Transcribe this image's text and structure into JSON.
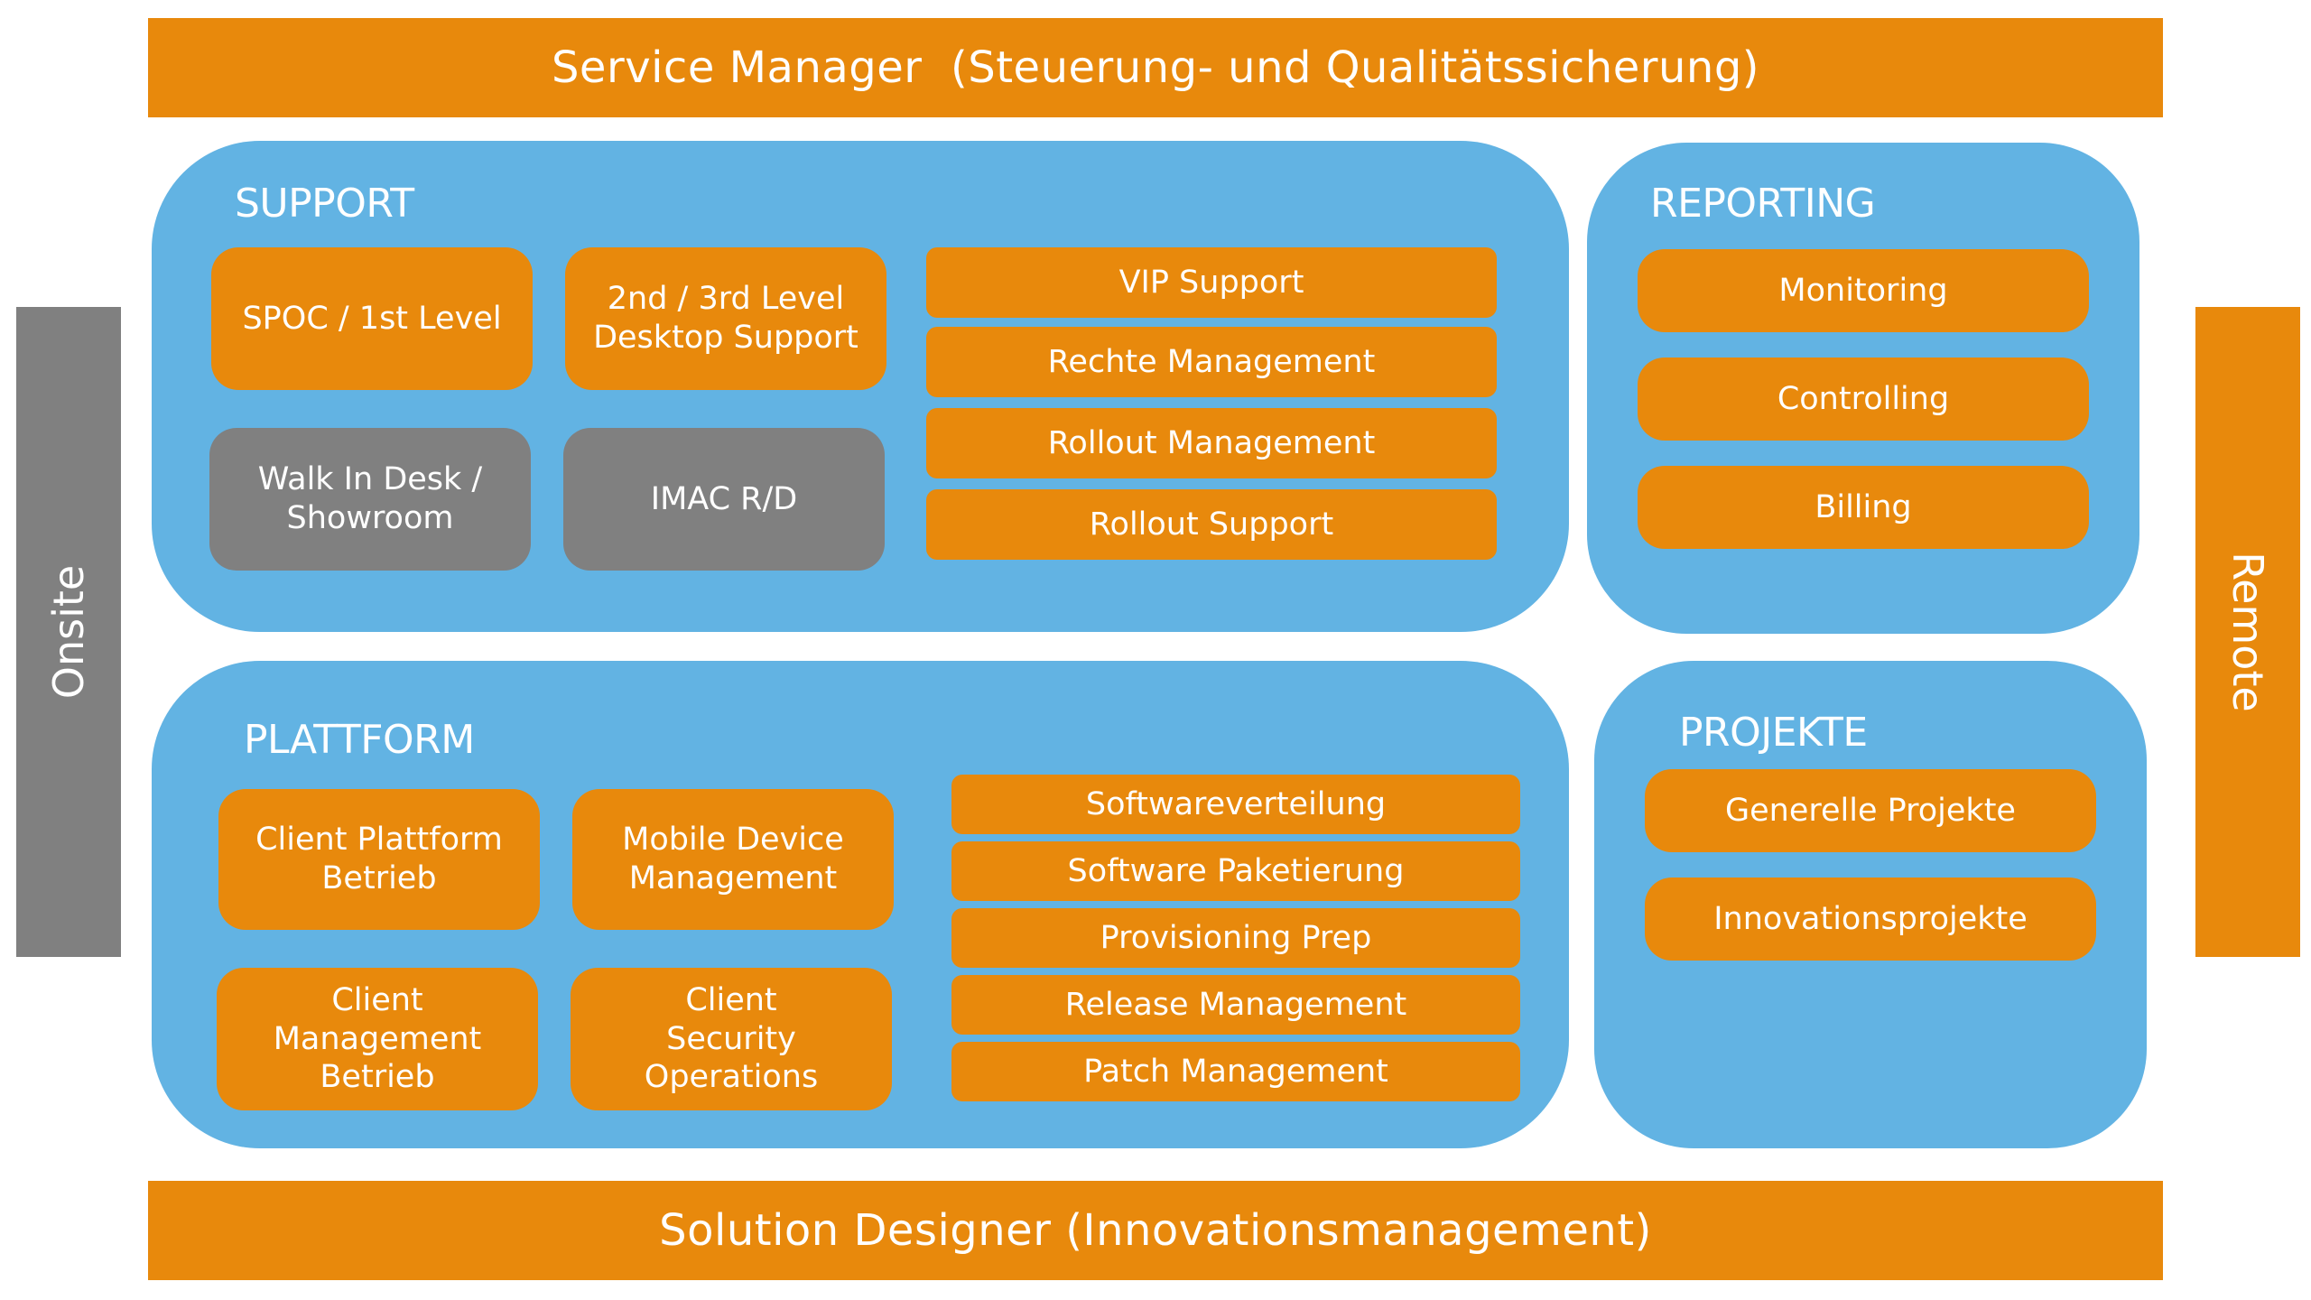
{
  "header": {
    "label": "Service Manager  (Steuerung- und Qualitätssicherung)"
  },
  "footer": {
    "label": "Solution Designer (Innovationsmanagement)"
  },
  "left_side": {
    "label": "Onsite"
  },
  "right_side": {
    "label": "Remote"
  },
  "support": {
    "title": "SUPPORT",
    "tiles": [
      "SPOC / 1st Level",
      "2nd / 3rd Level\nDesktop Support",
      "Walk In Desk /\nShowroom",
      "IMAC R/D"
    ],
    "list": [
      "VIP Support",
      "Rechte Management",
      "Rollout Management",
      "Rollout Support"
    ]
  },
  "reporting": {
    "title": "REPORTING",
    "list": [
      "Monitoring",
      "Controlling",
      "Billing"
    ]
  },
  "plattform": {
    "title": "PLATTFORM",
    "tiles": [
      "Client Plattform\nBetrieb",
      "Mobile Device\nManagement",
      "Client\nManagement\nBetrieb",
      "Client\nSecurity\nOperations"
    ],
    "list": [
      "Softwareverteilung",
      "Software Paketierung",
      "Provisioning Prep",
      "Release Management",
      "Patch Management"
    ]
  },
  "projekte": {
    "title": "PROJEKTE",
    "list": [
      "Generelle Projekte",
      "Innovationsprojekte"
    ]
  },
  "colors": {
    "orange": "#E8890C",
    "blue": "#62B3E3",
    "gray": "#808080",
    "text": "#FFFFFF"
  }
}
